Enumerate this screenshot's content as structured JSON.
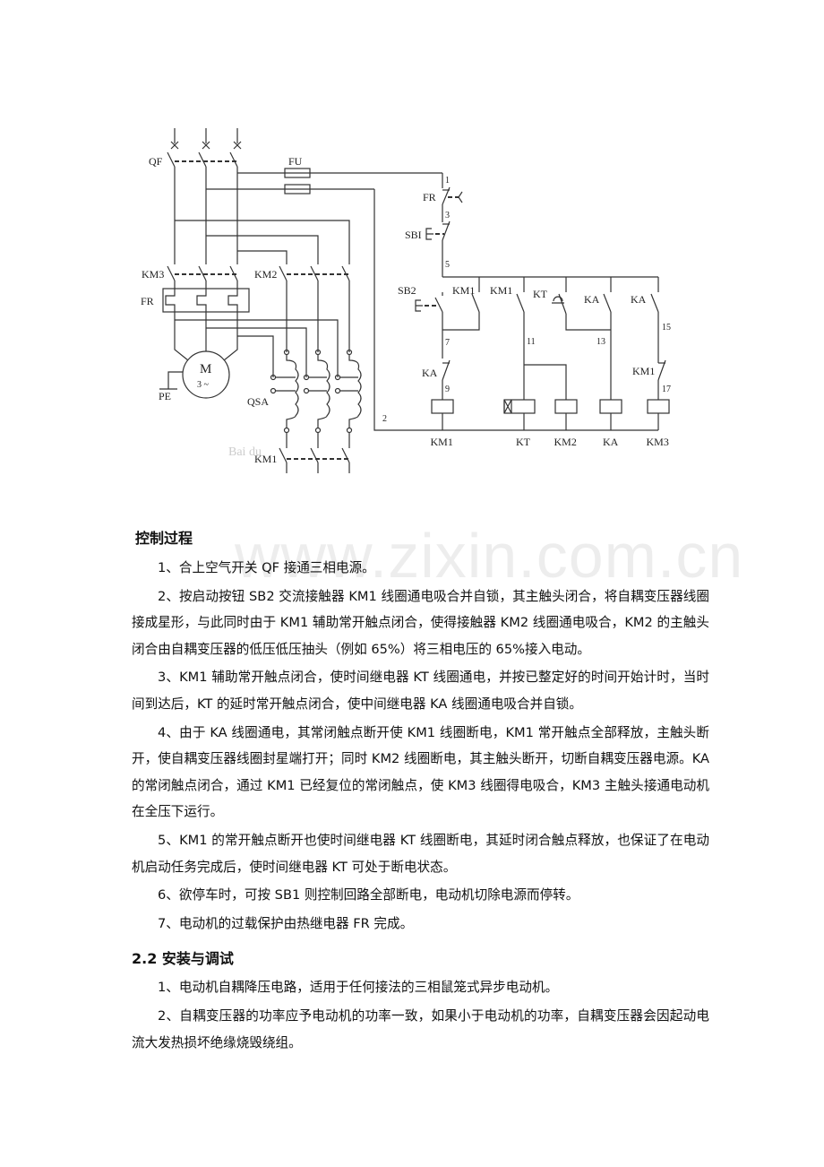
{
  "diagram": {
    "labels": {
      "qf": "QF",
      "fu": "FU",
      "km3_main": "KM3",
      "km2_main": "KM2",
      "fr_main": "FR",
      "motor": "M",
      "motor_sub": "3 ~",
      "pe": "PE",
      "qsa": "QSA",
      "km1_main": "KM1",
      "wire2": "2",
      "watermark": "Bai du",
      "fr_ctrl": "FR",
      "sb1": "SBI",
      "sb2": "SB2",
      "km1_hold": "KM1",
      "km1_kt": "KM1",
      "kt_contact": "KT",
      "ka_hold": "KA",
      "ka_km3": "KA",
      "ka_nc": "KA",
      "km1_nc": "KM1",
      "n1": "1",
      "n3": "3",
      "n5": "5",
      "n7": "7",
      "n9": "9",
      "n11": "11",
      "n13": "13",
      "n15": "15",
      "n17": "17",
      "coil_km1": "KM1",
      "coil_kt": "KT",
      "coil_km2": "KM2",
      "coil_ka": "KA",
      "coil_km3": "KM3"
    }
  },
  "watermark": "www.zixin.com.cn",
  "section1": {
    "heading": "控制过程",
    "paragraphs": [
      "1、合上空气开关 QF 接通三相电源。",
      "2、按启动按钮 SB2 交流接触器 KM1 线圈通电吸合并自锁，其主触头闭合，将自耦变压器线圈接成星形，与此同时由于 KM1 辅助常开触点闭合，使得接触器 KM2 线圈通电吸合，KM2 的主触头闭合由自耦变压器的低压低压抽头（例如 65%）将三相电压的 65%接入电动。",
      "3、KM1 辅助常开触点闭合，使时间继电器 KT 线圈通电，并按已整定好的时间开始计时，当时间到达后，KT 的延时常开触点闭合，使中间继电器 KA 线圈通电吸合并自锁。",
      "4、由于 KA 线圈通电，其常闭触点断开使 KM1 线圈断电，KM1 常开触点全部释放，主触头断开，使自耦变压器线圈封星端打开；同时 KM2 线圈断电，其主触头断开，切断自耦变压器电源。KA 的常闭触点闭合，通过 KM1 已经复位的常闭触点，使 KM3 线圈得电吸合，KM3 主触头接通电动机在全压下运行。",
      "5、KM1 的常开触点断开也使时间继电器 KT 线圈断电，其延时闭合触点释放，也保证了在电动机启动任务完成后，使时间继电器 KT 可处于断电状态。",
      "6、欲停车时，可按 SB1 则控制回路全部断电，电动机切除电源而停转。",
      "7、电动机的过载保护由热继电器 FR 完成。"
    ]
  },
  "section2": {
    "heading": "2.2  安装与调试",
    "paragraphs": [
      "1、电动机自耦降压电路，适用于任何接法的三相鼠笼式异步电动机。",
      "2、自耦变压器的功率应予电动机的功率一致，如果小于电动机的功率，自耦变压器会因起动电流大发热损坏绝缘烧毁绕组。"
    ]
  }
}
